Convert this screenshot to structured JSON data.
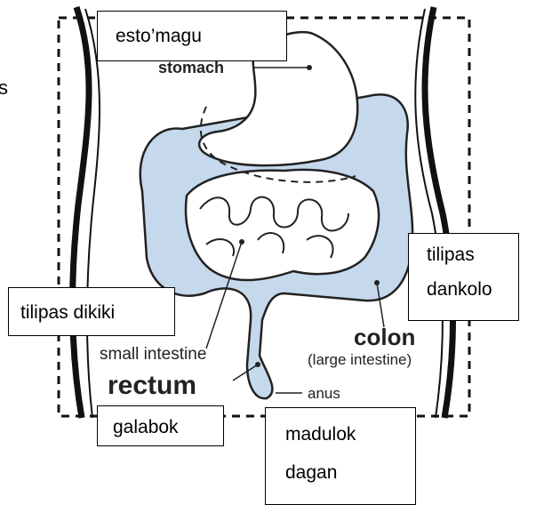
{
  "labels": {
    "stomach": "stomach",
    "small_intestine": "small intestine",
    "rectum": "rectum",
    "colon": "colon",
    "colon_sub": "(large intestine)",
    "anus": "anus"
  },
  "translations": {
    "stomach": "esto’magu",
    "small_intestine": "tilipas dikiki",
    "large_intestine_line1": "tilipas",
    "large_intestine_line2": "dankolo",
    "rectum": "galabok",
    "anus_line1": "madulok",
    "anus_line2": "dagan"
  },
  "edge_fragment": "s",
  "colors": {
    "intestine_fill": "#c6d8ec",
    "organ_outline": "#222222",
    "body_outline": "#111111"
  }
}
